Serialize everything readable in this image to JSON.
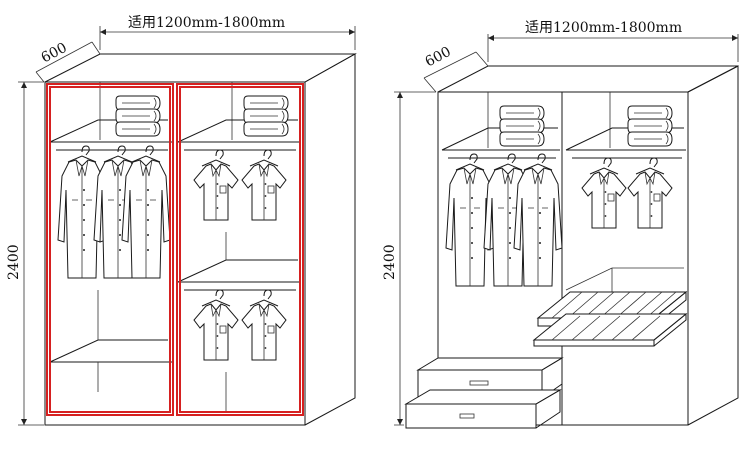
{
  "diagrams": [
    {
      "width_label": "适用1200mm-1800mm",
      "depth_label": "600",
      "height_label": "2400",
      "doors_highlighted": true,
      "highlight_color": "#d62020"
    },
    {
      "width_label": "适用1200mm-1800mm",
      "depth_label": "600",
      "height_label": "2400",
      "doors_highlighted": false,
      "has_drawers": true,
      "has_pull_out_trays": true
    }
  ]
}
